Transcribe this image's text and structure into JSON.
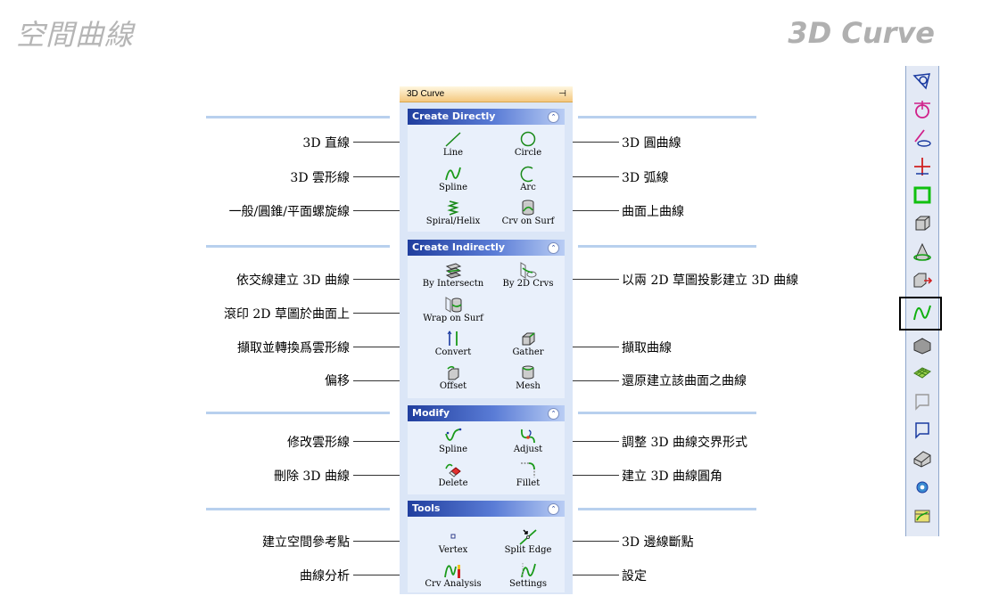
{
  "titles": {
    "left": "空間曲線",
    "right": "3D Curve"
  },
  "panel": {
    "header": "3D Curve",
    "pin": "ꟷ"
  },
  "sections": [
    {
      "title": "Create Directly",
      "tools": [
        "Line",
        "Circle",
        "Spline",
        "Arc",
        "Spiral/Helix",
        "Crv on Surf"
      ]
    },
    {
      "title": "Create Indirectly",
      "tools": [
        "By Intersectn",
        "By 2D Crvs",
        "Wrap on Surf",
        "Convert",
        "Gather",
        "Offset",
        "Mesh"
      ]
    },
    {
      "title": "Modify",
      "tools": [
        "Spline",
        "Adjust",
        "Delete",
        "Fillet"
      ]
    },
    {
      "title": "Tools",
      "tools": [
        "Vertex",
        "Split Edge",
        "Crv Analysis",
        "Settings"
      ]
    }
  ],
  "labels_left": [
    "3D 直線",
    "3D 雲形線",
    "一般/圓錐/平面螺旋線",
    "依交線建立 3D 曲線",
    "滾印 2D 草圖於曲面上",
    "擷取並轉換爲雲形線",
    "偏移",
    "修改雲形線",
    "刪除 3D 曲線",
    "建立空間參考點",
    "曲線分析"
  ],
  "labels_right": [
    "3D 圓曲線",
    "3D 弧線",
    "曲面上曲線",
    "以兩 2D 草圖投影建立 3D 曲線",
    "擷取曲線",
    "還原建立該曲面之曲線",
    "調整 3D 曲線交界形式",
    "建立 3D 曲線圓角",
    "3D 邊線斷點",
    "設定"
  ],
  "toolbar_icons": [
    "curve-on-plane-icon",
    "circle-on-plane-icon",
    "line-on-plane-icon",
    "cross-axis-icon",
    "green-square-icon",
    "box-curve-icon",
    "cone-icon",
    "box-arrow-icon",
    "spline-icon",
    "solid-wedge-icon",
    "mesh-grid-icon",
    "plane-small-icon",
    "plane-icon",
    "surface-wedge-icon",
    "gear-icon",
    "settings-spline-icon"
  ],
  "colors": {
    "section_title": "#3557b7",
    "panel_bg": "#dbe6f7",
    "header": "#f4c87f",
    "toolbar": "#e3e9f5"
  }
}
